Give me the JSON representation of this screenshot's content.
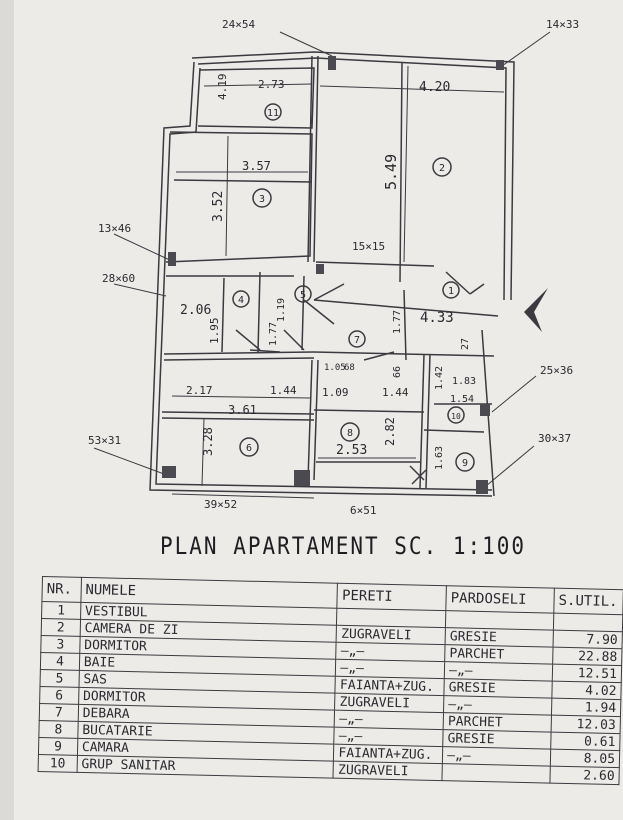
{
  "title": "PLAN APARTAMENT SC. 1:100",
  "plan": {
    "dimensions": {
      "win_top_left": "24×54",
      "win_top_right": "14×33",
      "h_top_small": "4.19",
      "w_top_small": "2.73",
      "w_top_big": "4.20",
      "w_room3": "3.57",
      "h_room3": "3.52",
      "h_room2": "5.49",
      "win_left_1": "13×46",
      "win_mid": "15×15",
      "win_left_2": "28×60",
      "w_room4": "2.06",
      "h_room4": "1.95",
      "w_sas": "1.19",
      "h_sas": "1.77",
      "h_mid": "1.77",
      "w_vestibul": "4.33",
      "d_27": "27",
      "d_105": "1.05",
      "d_68": "68",
      "d_66": "66",
      "d_142": "1.42",
      "d_183": "1.83",
      "d_154": "1.54",
      "win_right_1": "25×36",
      "w_217": "2.17",
      "w_144": "1.44",
      "w_109": "1.09",
      "w_144b": "1.44",
      "w_room6": "3.61",
      "h_room6": "3.28",
      "h_room8": "2.82",
      "w_room8": "2.53",
      "h_163": "1.63",
      "win_left_3": "53×31",
      "win_right_2": "30×37",
      "win_bottom_1": "39×52",
      "win_bottom_2": "6×51"
    },
    "room_numbers": [
      "1",
      "2",
      "3",
      "4",
      "5",
      "6",
      "7",
      "8",
      "9",
      "10",
      "11"
    ]
  },
  "legend": {
    "headers": [
      "NR.",
      "NUMELE",
      "PERETI",
      "PARDOSELI",
      "S.UTIL."
    ],
    "rows": [
      {
        "nr": "1",
        "name": "VESTIBUL",
        "walls": "",
        "floor": "",
        "area": ""
      },
      {
        "nr": "2",
        "name": "CAMERA DE ZI",
        "walls": "ZUGRAVELI",
        "floor": "GRESIE",
        "area": "7.90"
      },
      {
        "nr": "3",
        "name": "DORMITOR",
        "walls": "–„–",
        "floor": "PARCHET",
        "area": "22.88"
      },
      {
        "nr": "4",
        "name": "BAIE",
        "walls": "–„–",
        "floor": "–„–",
        "area": "12.51"
      },
      {
        "nr": "5",
        "name": "SAS",
        "walls": "FAIANTA+ZUG.",
        "floor": "GRESIE",
        "area": "4.02"
      },
      {
        "nr": "6",
        "name": "DORMITOR",
        "walls": "ZUGRAVELI",
        "floor": "–„–",
        "area": "1.94"
      },
      {
        "nr": "7",
        "name": "DEBARA",
        "walls": "–„–",
        "floor": "PARCHET",
        "area": "12.03"
      },
      {
        "nr": "8",
        "name": "BUCATARIE",
        "walls": "–„–",
        "floor": "GRESIE",
        "area": "0.61"
      },
      {
        "nr": "9",
        "name": "CAMARA",
        "walls": "FAIANTA+ZUG.",
        "floor": "–„–",
        "area": "8.05"
      },
      {
        "nr": "10",
        "name": "GRUP SANITAR",
        "walls": "ZUGRAVELI",
        "floor": "",
        "area": "2.60"
      }
    ]
  }
}
